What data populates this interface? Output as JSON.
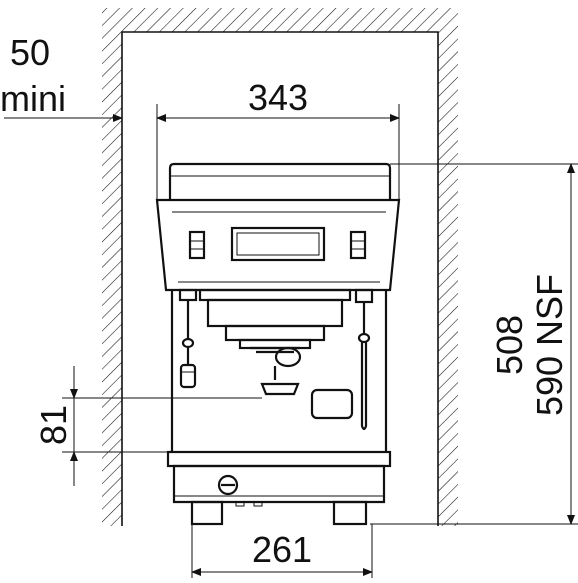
{
  "diagram": {
    "labels": {
      "side_clearance_value": "50",
      "side_clearance_note": "mini",
      "top_width": "343",
      "overall_height": "508",
      "overall_height_nsf": "590 NSF",
      "cup_clearance": "81",
      "base_width": "261"
    },
    "colors": {
      "line": "#111111",
      "background": "#ffffff"
    }
  }
}
